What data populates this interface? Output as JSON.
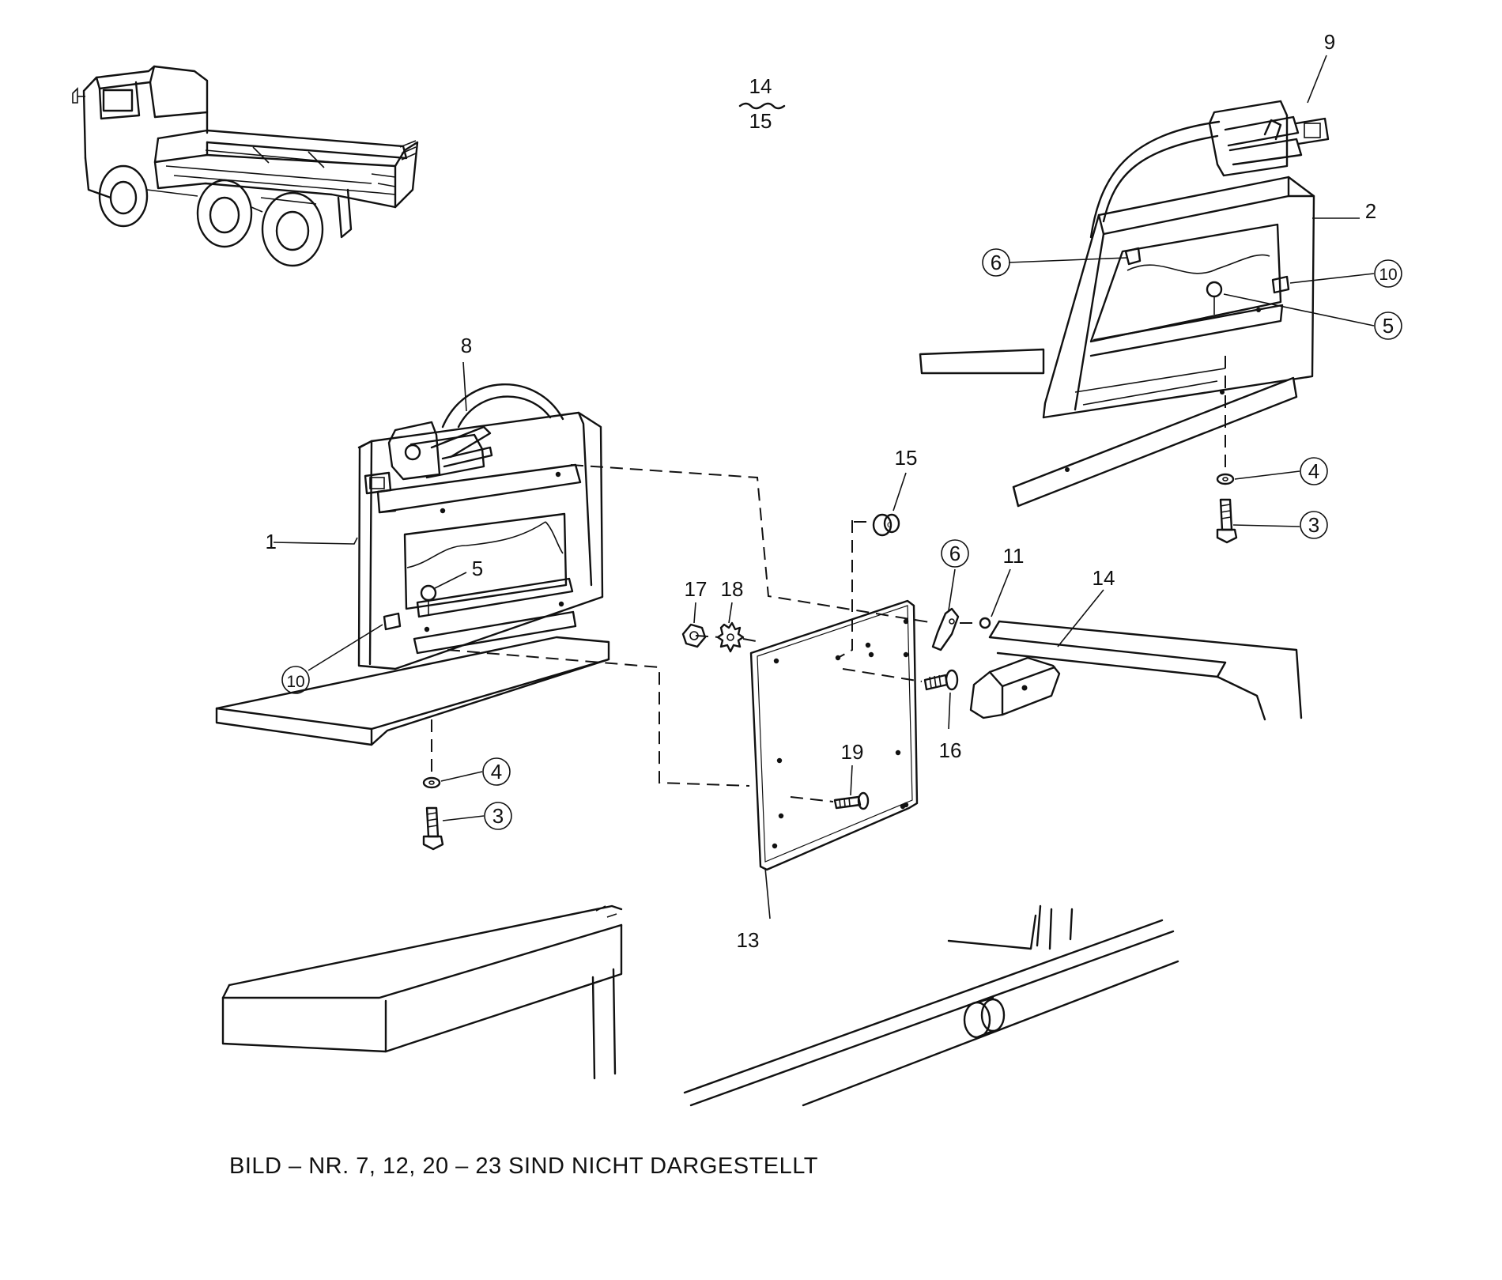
{
  "header": {
    "page_numerator": "14",
    "page_denominator": "15"
  },
  "callouts": {
    "c1": "1",
    "c2": "2",
    "c3a": "3",
    "c3b": "3",
    "c4a": "4",
    "c4b": "4",
    "c5a": "5",
    "c5b": "5",
    "c6a": "6",
    "c6b": "6",
    "c8": "8",
    "c9": "9",
    "c10a": "10",
    "c10b": "10",
    "c11": "11",
    "c13": "13",
    "c14": "14",
    "c15": "15",
    "c16": "16",
    "c17": "17",
    "c18": "18",
    "c19": "19"
  },
  "caption": "BILD – NR.  7, 12, 20 – 23  SIND  NICHT  DARGESTELLT"
}
